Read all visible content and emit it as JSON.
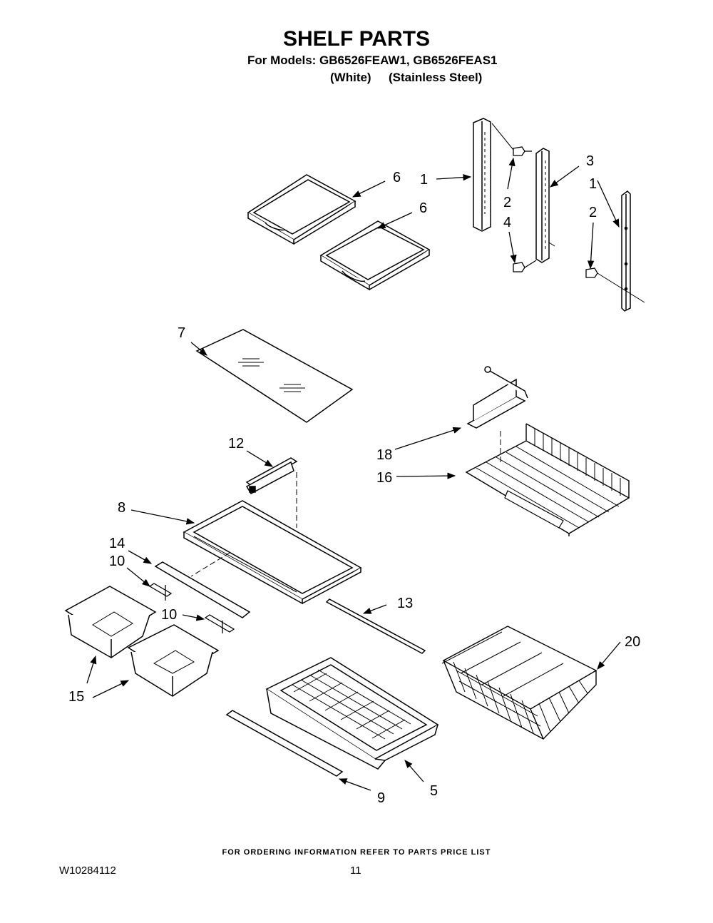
{
  "header": {
    "title": "SHELF PARTS",
    "models_line": "For Models: GB6526FEAW1, GB6526FEAS1",
    "variant_white": "(White)",
    "variant_stainless": "(Stainless Steel)"
  },
  "callouts": {
    "c1a": "1",
    "c1b": "1",
    "c2a": "2",
    "c2b": "2",
    "c3": "3",
    "c4": "4",
    "c5": "5",
    "c6a": "6",
    "c6b": "6",
    "c7": "7",
    "c8": "8",
    "c9": "9",
    "c10a": "10",
    "c10b": "10",
    "c12": "12",
    "c13": "13",
    "c14": "14",
    "c15": "15",
    "c16": "16",
    "c18": "18",
    "c20": "20"
  },
  "footer": {
    "ordering_note": "FOR ORDERING INFORMATION REFER TO PARTS PRICE LIST",
    "doc_number": "W10284112",
    "page_number": "11"
  }
}
